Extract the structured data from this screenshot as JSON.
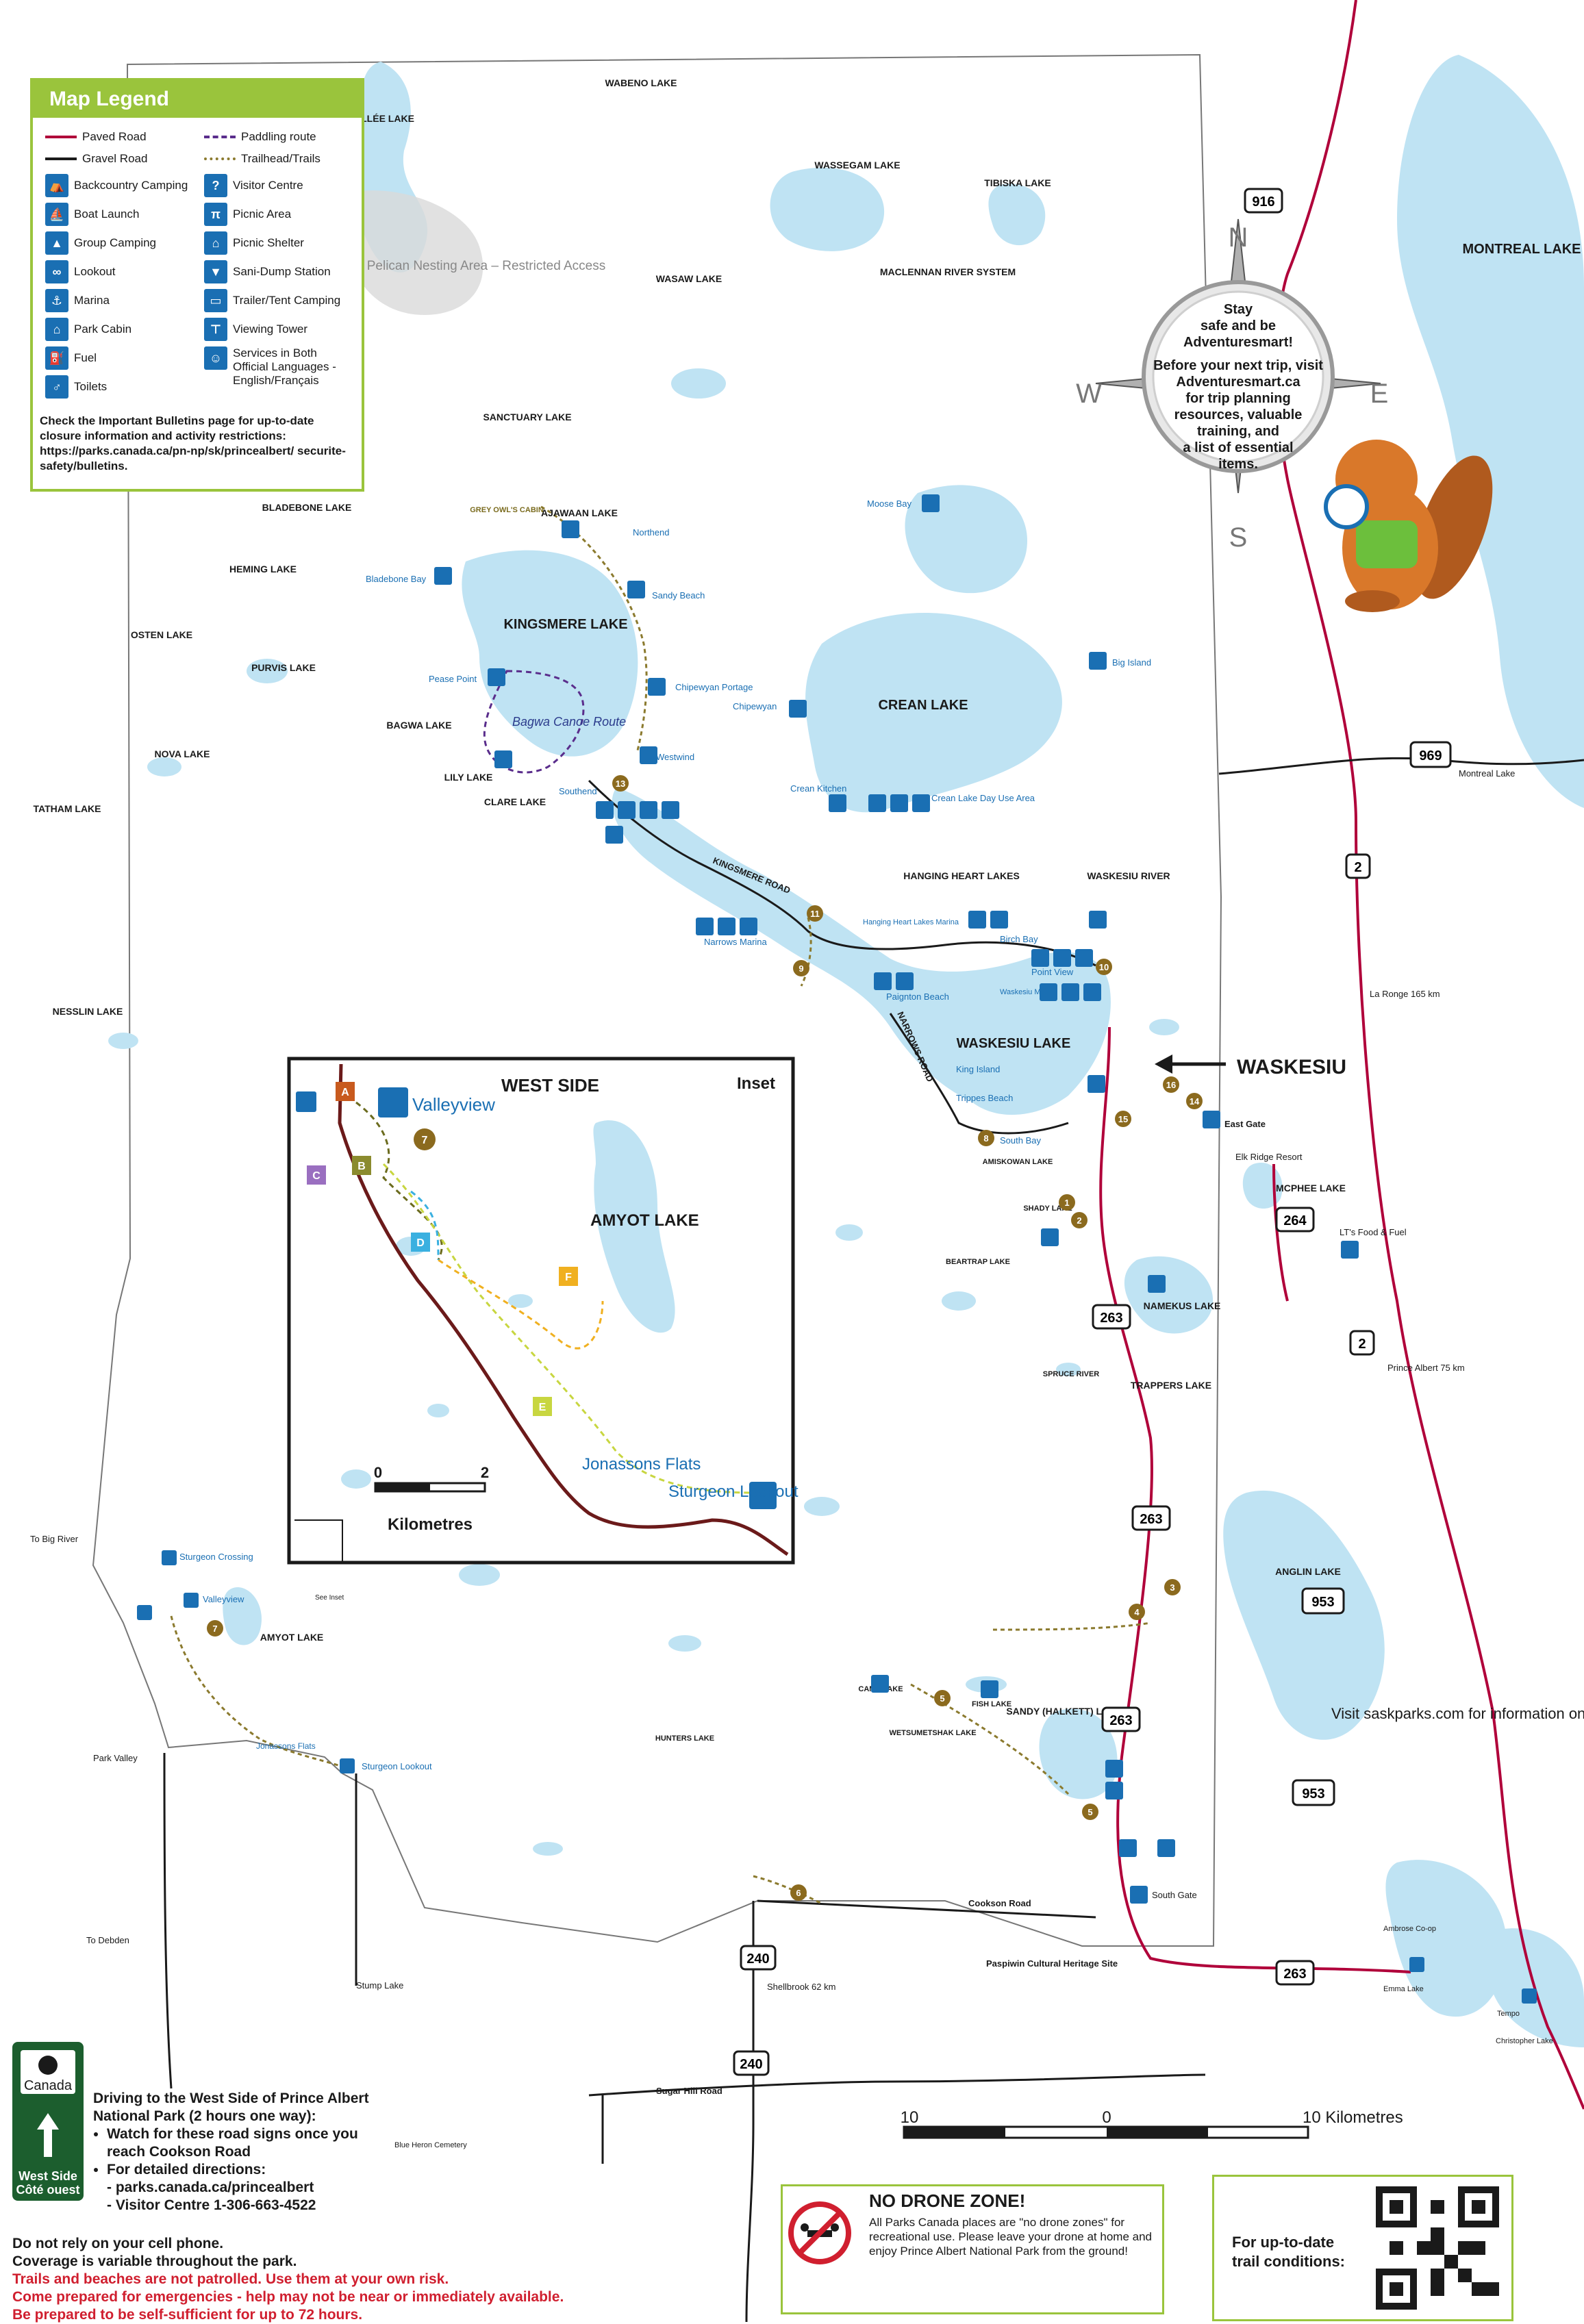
{
  "legend": {
    "title": "Map Legend",
    "items": [
      {
        "label": "Paved Road",
        "icon": "paved-road-line"
      },
      {
        "label": "Gravel Road",
        "icon": "gravel-road-line"
      },
      {
        "label": "Backcountry Camping",
        "icon": "tent-icon"
      },
      {
        "label": "Boat Launch",
        "icon": "boat-launch-icon"
      },
      {
        "label": "Group Camping",
        "icon": "group-camping-icon"
      },
      {
        "label": "Lookout",
        "icon": "binoculars-icon"
      },
      {
        "label": "Marina",
        "icon": "marina-icon"
      },
      {
        "label": "Park Cabin",
        "icon": "cabin-icon"
      },
      {
        "label": "Fuel",
        "icon": "fuel-icon"
      },
      {
        "label": "Toilets",
        "icon": "toilets-icon"
      },
      {
        "label": "Paddling route",
        "icon": "paddling-route-line"
      },
      {
        "label": "Trailhead/Trails",
        "icon": "trailhead-line"
      },
      {
        "label": "Visitor Centre",
        "icon": "question-icon"
      },
      {
        "label": "Picnic Area",
        "icon": "picnic-icon"
      },
      {
        "label": "Picnic Shelter",
        "icon": "shelter-icon"
      },
      {
        "label": "Sani-Dump Station",
        "icon": "sani-dump-icon"
      },
      {
        "label": "Trailer/Tent Camping",
        "icon": "trailer-icon"
      },
      {
        "label": "Viewing Tower",
        "icon": "tower-icon"
      },
      {
        "label": "Services in Both Official Languages - English/Français",
        "icon": "bilingual-icon"
      }
    ],
    "note": "Check the Important Bulletins page for up-to-date closure information and activity restrictions: https://parks.canada.ca/pn-np/sk/princealbert/ securite-safety/bulletins."
  },
  "compass": {
    "n": "N",
    "s": "S",
    "e": "E",
    "w": "W",
    "message": [
      "Stay",
      "safe and be",
      "Adventuresmart!",
      "Before your next trip, visit",
      "Adventuresmart.ca",
      "for trip planning",
      "resources, valuable",
      "training, and",
      "a list of essential",
      "items."
    ]
  },
  "lakes": [
    {
      "name": "LAVALLÉE LAKE"
    },
    {
      "name": "WABENO LAKE"
    },
    {
      "name": "WASSEGAM LAKE"
    },
    {
      "name": "TIBISKA LAKE"
    },
    {
      "name": "MONTREAL LAKE"
    },
    {
      "name": "WASAW LAKE"
    },
    {
      "name": "MACLENNAN RIVER SYSTEM"
    },
    {
      "name": "SANCTUARY LAKE"
    },
    {
      "name": "AJAWAAN LAKE"
    },
    {
      "name": "BLADEBONE LAKE"
    },
    {
      "name": "HEMING LAKE"
    },
    {
      "name": "OSTEN LAKE"
    },
    {
      "name": "PURVIS LAKE"
    },
    {
      "name": "KINGSMERE LAKE"
    },
    {
      "name": "CREAN LAKE"
    },
    {
      "name": "BAGWA LAKE"
    },
    {
      "name": "LILY LAKE"
    },
    {
      "name": "CLARE LAKE"
    },
    {
      "name": "NOVA LAKE"
    },
    {
      "name": "TATHAM LAKE"
    },
    {
      "name": "HANGING HEART LAKES"
    },
    {
      "name": "WASKESIU RIVER"
    },
    {
      "name": "WASKESIU LAKE"
    },
    {
      "name": "NESSLIN LAKE"
    },
    {
      "name": "MCPHEE LAKE"
    },
    {
      "name": "NAMEKUS LAKE"
    },
    {
      "name": "TRAPPERS LAKE"
    },
    {
      "name": "ANGLIN LAKE"
    },
    {
      "name": "AMYOT LAKE"
    },
    {
      "name": "SANDY (HALKETT) LAKE"
    },
    {
      "name": "CAMP LAKE"
    },
    {
      "name": "FISH LAKE"
    },
    {
      "name": "WETSUMETSHAK LAKE"
    },
    {
      "name": "HUNTERS LAKE"
    },
    {
      "name": "AMISKOWAN LAKE"
    },
    {
      "name": "SHADY LAKE"
    },
    {
      "name": "BEARTRAP LAKE"
    },
    {
      "name": "SPRUCE RIVER"
    }
  ],
  "places": {
    "pelican": "Pelican Nesting Area – Restricted Access",
    "greyowl": "GREY OWL'S CABIN",
    "northend": "Northend",
    "sandybeach": "Sandy Beach",
    "bladebonebay": "Bladebone Bay",
    "peasepoint": "Pease Point",
    "chipewyanportage": "Chipewyan Portage",
    "chipewyan": "Chipewyan",
    "westwind": "Westwind",
    "southend": "Southend",
    "mooseBay": "Moose Bay",
    "bigisland": "Big Island",
    "creankitchen": "Crean Kitchen",
    "creanday": "Crean Lake Day Use Area",
    "bagwaroute": "Bagwa Canoe Route",
    "kingsmereroad": "KINGSMERE ROAD",
    "narrowsroad": "NARROWS ROAD",
    "narrowsmarina": "Narrows Marina",
    "hhmarina": "Hanging Heart Lakes Marina",
    "birchbay": "Birch Bay",
    "pointview": "Point View",
    "waskmarina": "Waskesiu Marina",
    "paigntonbeach": "Paignton Beach",
    "kingisland": "King Island",
    "trippesbeach": "Trippes Beach",
    "southbay": "South Bay",
    "waskesiu": "WASKESIU",
    "eastgate": "East Gate",
    "elkridge": "Elk Ridge Resort",
    "ltsfood": "LT's Food & Fuel",
    "laronge": "La Ronge 165 km",
    "princealbert": "Prince Albert 75 km",
    "montreallake": "Montreal Lake",
    "tobigriver": "To Big River",
    "sturgeoncrossing": "Sturgeon Crossing",
    "valleyview": "Valleyview",
    "seeinset": "See Inset",
    "amyot": "AMYOT LAKE",
    "jonassons": "Jonassons Flats",
    "sturgeonlookout": "Sturgeon Lookout",
    "parkvalley": "Park Valley",
    "todebden": "To Debden",
    "stumplake": "Stump Lake",
    "cooksonroad": "Cookson Road",
    "paspiwin": "Paspiwin Cultural Heritage Site",
    "southgate": "South Gate",
    "shellbrook": "Shellbrook 62 km",
    "sugarhill": "Sugar Hill Road",
    "blueheron": "Blue Heron Cemetery",
    "ambrosecoop": "Ambrose Co-op",
    "emmalake": "Emma Lake",
    "tempo": "Tempo",
    "christopherlake": "Christopher Lake",
    "saskparks": "Visit saskparks.com for information on Great Blue Heron Provincial Park."
  },
  "highways": [
    "916",
    "969",
    "2",
    "2",
    "264",
    "263",
    "263",
    "263",
    "953",
    "953",
    "263",
    "240",
    "240"
  ],
  "trail_numbers": [
    "13",
    "11",
    "9",
    "10",
    "16",
    "14",
    "15",
    "8",
    "1",
    "2",
    "3",
    "4",
    "5",
    "5",
    "6",
    "7"
  ],
  "inset": {
    "title": "WEST SIDE",
    "corner": "Inset",
    "valleyview": "Valleyview",
    "amyot": "AMYOT LAKE",
    "jonassons": "Jonassons Flats",
    "sturgeon": "Sturgeon Lookout",
    "trails": [
      "A",
      "B",
      "C",
      "D",
      "E",
      "F"
    ],
    "trail7": "7",
    "scale_min": "0",
    "scale_max": "2",
    "scale_unit": "Kilometres"
  },
  "scalebar": {
    "left": "10",
    "mid": "0",
    "right": "10 Kilometres"
  },
  "driving": {
    "title": "Driving to the West Side of Prince Albert National Park (2 hours one way):",
    "items": [
      "Watch for these road signs once you reach Cookson Road",
      "For detailed directions:"
    ],
    "links": [
      "- parks.canada.ca/princealbert",
      "- Visitor Centre 1-306-663-4522"
    ]
  },
  "sign": {
    "canada": "Canada",
    "side": "West Side",
    "cote": "Côté ouest"
  },
  "notes": {
    "cell1": "Do not rely on your cell phone.",
    "cell2": "Coverage is variable throughout the park.",
    "trails": "Trails and beaches are not patrolled. Use them at your own risk.",
    "emergency": "Come prepared for emergencies - help may not be near or immediately available.",
    "selfsuff": "Be prepared to be self-sufficient for up to 72 hours."
  },
  "drone": {
    "title": "NO DRONE ZONE!",
    "text": "All Parks Canada places are \"no drone zones\" for recreational use. Please leave your drone at home and enjoy Prince Albert National Park from the ground!"
  },
  "trailcond": {
    "text": "For up-to-date trail conditions:"
  },
  "colors": {
    "water": "#bfe3f3",
    "paved": "#b0003a",
    "gravel": "#1a1a1a",
    "accent": "#9ac43c",
    "icon": "#1a6fb3",
    "trail": "#8b7a2e",
    "paddle": "#5a2d8c",
    "inset_trail": "#c8d640"
  }
}
